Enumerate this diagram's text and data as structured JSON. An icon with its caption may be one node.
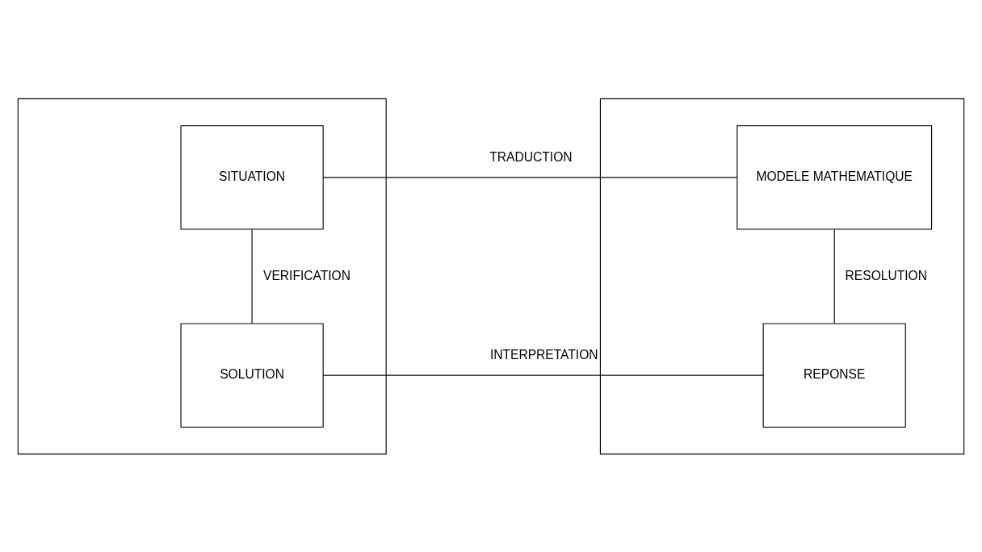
{
  "diagram": {
    "nodes": [
      {
        "text": [],
        "shape": "box"
      },
      {
        "text": [
          "SITUATION"
        ],
        "in": 0
      },
      {
        "text": [
          "SOLUTION"
        ],
        "in": 0
      },
      {
        "text": [],
        "shape": "box"
      },
      {
        "text": [
          "MODELE MATHEMATIQUE"
        ],
        "in": 3
      },
      {
        "text": [
          "REPONSE"
        ],
        "in": 3
      }
    ],
    "edges": [
      {
        "from": 1,
        "to": 4,
        "arrow": "none",
        "label": "TRADUCTION"
      },
      {
        "from": 4,
        "to": 5,
        "arrow": "none",
        "label": "RESOLUTION"
      },
      {
        "from": 5,
        "to": 2,
        "arrow": "none",
        "label": "INTERPRETATION"
      },
      {
        "from": 1,
        "to": 2,
        "arrow": "none",
        "label": "VERIFICATION"
      }
    ]
  }
}
